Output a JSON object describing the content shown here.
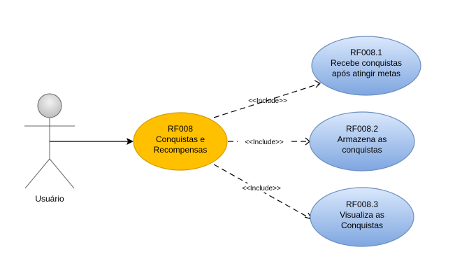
{
  "actor": {
    "label": "Usuário"
  },
  "main_use_case": {
    "lines": [
      "RF008",
      "Conquistas e",
      "Recompensas"
    ],
    "fill": "#ffc000",
    "stroke": "#d79b00"
  },
  "sub_use_cases": [
    {
      "lines": [
        "RF008.1",
        "Recebe conquistas",
        "após atingir metas"
      ]
    },
    {
      "lines": [
        "RF008.2",
        "Armazena as",
        "conquistas"
      ]
    },
    {
      "lines": [
        "RF008.3",
        "Visualiza as",
        "Conquistas"
      ]
    }
  ],
  "sub_use_case_colors": {
    "fill_top": "#dae8fc",
    "fill_bottom": "#7ea6e0",
    "stroke": "#6c8ebf"
  },
  "relations": [
    {
      "label": "<<Include>>"
    },
    {
      "label": "<<Include>>"
    },
    {
      "label": "<<Include>>"
    }
  ]
}
